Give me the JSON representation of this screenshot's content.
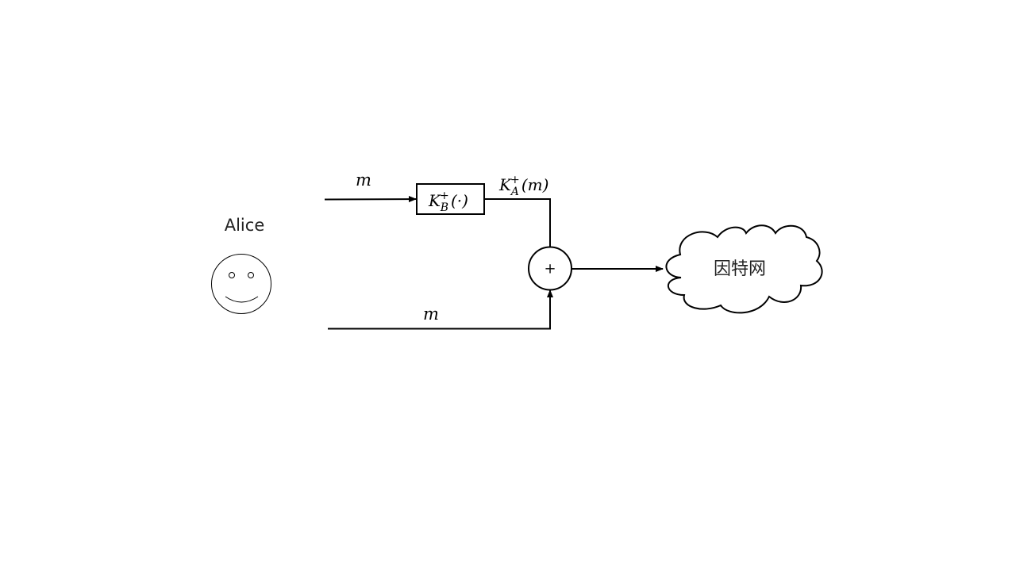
{
  "alice": {
    "label": "Alice"
  },
  "message_top": {
    "label": "m"
  },
  "message_bottom": {
    "label": "m"
  },
  "encrypt_box": {
    "key": "K",
    "subscript": "B",
    "superscript": "+",
    "argument": "(·)"
  },
  "encrypted_output": {
    "key": "K",
    "subscript": "A",
    "superscript": "+",
    "argument": "(m)"
  },
  "combiner": {
    "symbol": "+"
  },
  "internet": {
    "label": "因特网"
  }
}
